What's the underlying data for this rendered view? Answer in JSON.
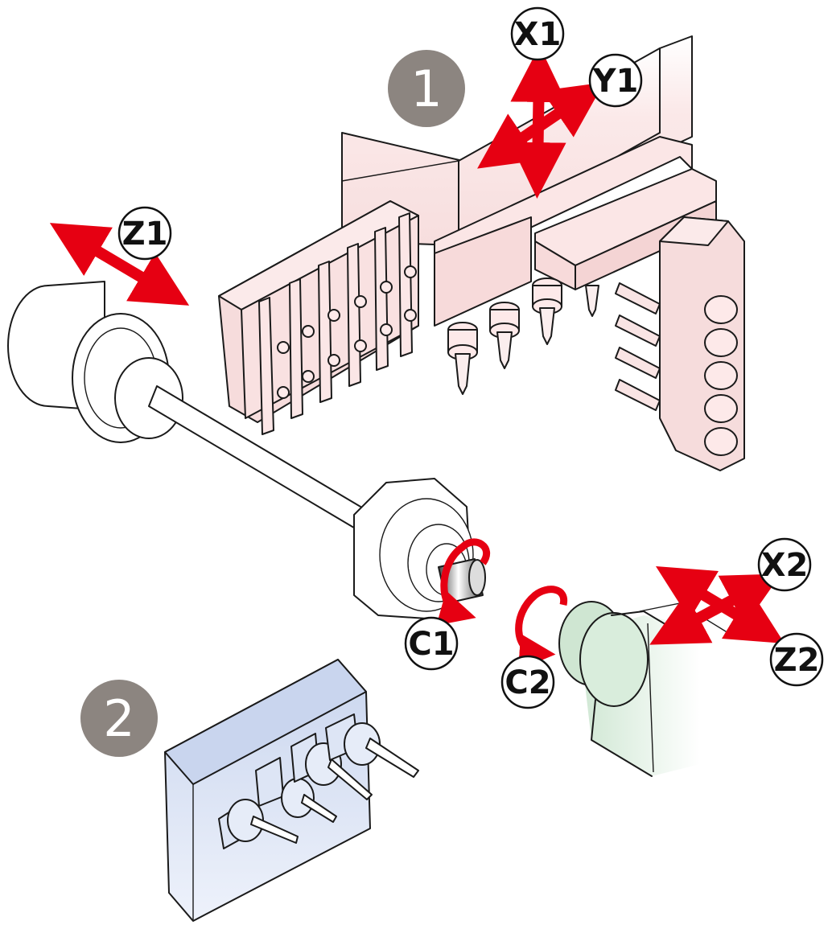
{
  "colors": {
    "arrow": "#e60012",
    "badge": "#8c8580",
    "turret1": "#fdeeee",
    "turret1_dark": "#f6dcdc",
    "turret2": "#cdd8ee",
    "spindle2": "#dbeedd",
    "chuck": "#ffffff"
  },
  "badges": [
    {
      "id": "turret-1",
      "label": "1"
    },
    {
      "id": "turret-2",
      "label": "2"
    }
  ],
  "axes": {
    "x1": "X1",
    "y1": "Y1",
    "z1": "Z1",
    "c1": "C1",
    "c2": "C2",
    "x2": "X2",
    "z2": "Z2"
  },
  "icons": [
    "double-arrow-icon",
    "rotation-arrow-icon",
    "drill-icon"
  ]
}
